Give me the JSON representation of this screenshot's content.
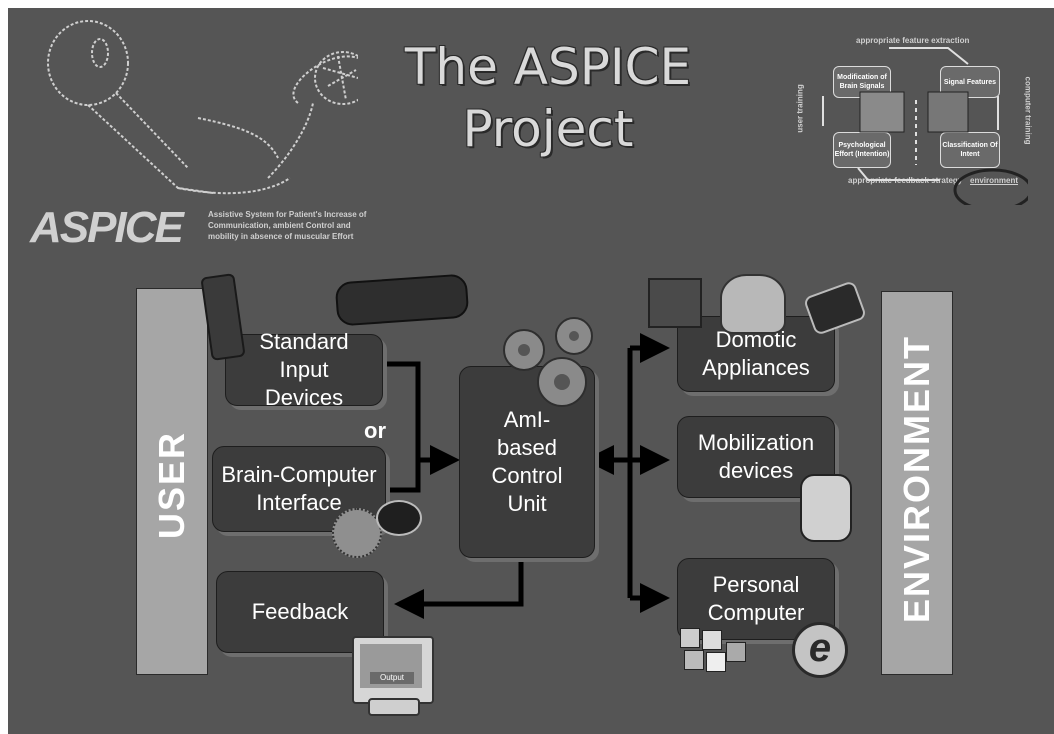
{
  "title": {
    "line1": "The ASPICE",
    "line2": "Project"
  },
  "logo": {
    "word": "ASPICE",
    "tagline_lines": [
      "Assistive System for Patient's Increase of",
      "Communication, ambient Control and",
      "mobility in absence of muscular Effort"
    ]
  },
  "bci_diagram": {
    "top_label": "appropriate feature extraction",
    "bottom_label": "appropriate feedback strategy",
    "left_label": "user training",
    "right_label": "computer training",
    "box_modification": "Modification of Brain Signals",
    "box_signal": "Signal Features",
    "box_psych": "Psychological Effort (Intention)",
    "box_classification": "Classification Of Intent",
    "environment": "environment"
  },
  "diagram": {
    "user_label": "USER",
    "environment_label": "ENVIRONMENT",
    "standard_input": "Standard Input Devices",
    "or_label": "or",
    "bci": "Brain-Computer Interface",
    "feedback": "Feedback",
    "control_unit": "AmI-based Control Unit",
    "domotic": "Domotic Appliances",
    "mobilization": "Mobilization devices",
    "personal_computer": "Personal Computer",
    "monitor_output": "Output"
  }
}
